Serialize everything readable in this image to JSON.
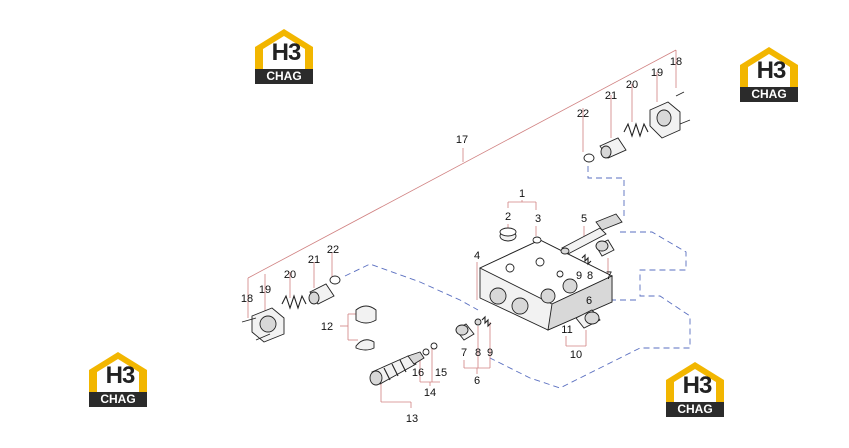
{
  "logo": {
    "mark": "H3",
    "text": "CHAG",
    "color_yellow": "#f2b600",
    "color_dark": "#2b2b2b"
  },
  "callouts": {
    "c1": "1",
    "c2": "2",
    "c3": "3",
    "c4": "4",
    "c5": "5",
    "c6a": "6",
    "c6b": "6",
    "c7a": "7",
    "c7b": "7",
    "c8a": "8",
    "c8b": "8",
    "c9a": "9",
    "c9b": "9",
    "c10": "10",
    "c11": "11",
    "c12": "12",
    "c13": "13",
    "c14": "14",
    "c15": "15",
    "c16": "16",
    "c17": "17",
    "c18a": "18",
    "c18b": "18",
    "c19a": "19",
    "c19b": "19",
    "c20a": "20",
    "c20b": "20",
    "c21a": "21",
    "c21b": "21",
    "c22a": "22",
    "c22b": "22"
  }
}
